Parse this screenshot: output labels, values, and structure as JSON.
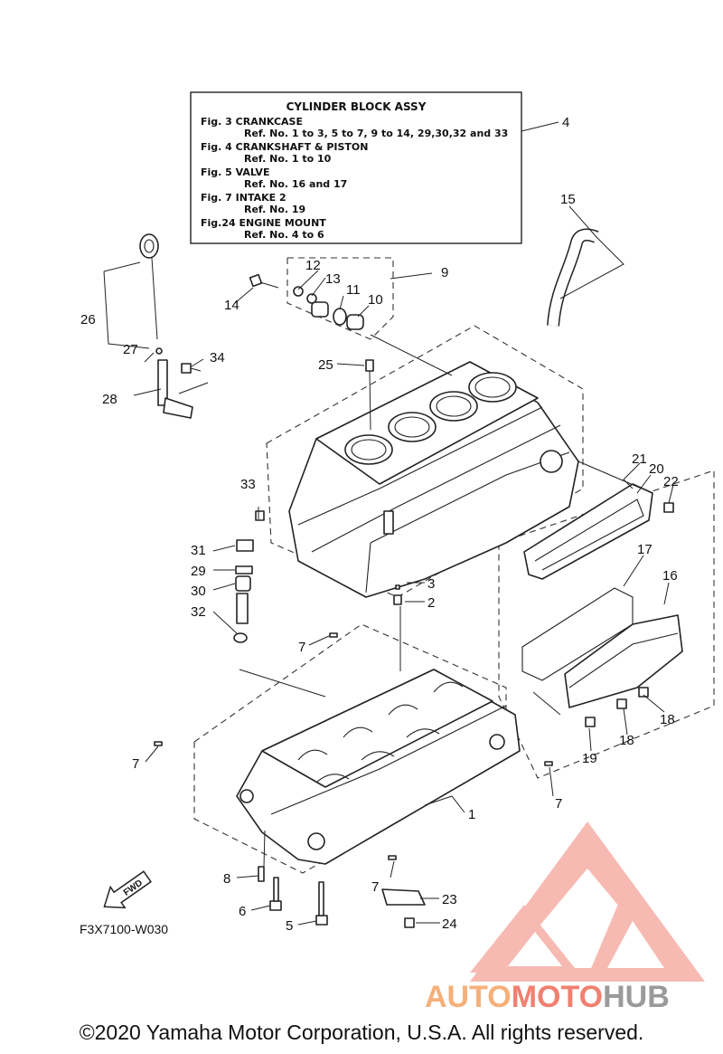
{
  "info_box": {
    "title": "CYLINDER BLOCK ASSY",
    "lines": [
      {
        "fig": "Fig.  3 CRANKCASE",
        "ref": "Ref. No. 1 to 3, 5 to 7, 9 to 14, 29,30,32 and 33"
      },
      {
        "fig": "Fig.  4 CRANKSHAFT & PISTON",
        "ref": "Ref. No. 1 to 10"
      },
      {
        "fig": "Fig.  5 VALVE",
        "ref": "Ref. No. 16 and 17"
      },
      {
        "fig": "Fig.  7 INTAKE 2",
        "ref": "Ref. No. 19"
      },
      {
        "fig": "Fig.24 ENGINE MOUNT",
        "ref": "Ref. No. 4 to 6"
      }
    ]
  },
  "callouts": [
    "1",
    "2",
    "3",
    "4",
    "5",
    "6",
    "7",
    "7",
    "7",
    "7",
    "7",
    "8",
    "9",
    "10",
    "11",
    "12",
    "13",
    "14",
    "15",
    "16",
    "17",
    "18",
    "18",
    "19",
    "20",
    "21",
    "22",
    "23",
    "24",
    "25",
    "26",
    "27",
    "28",
    "29",
    "30",
    "31",
    "32",
    "33",
    "34"
  ],
  "fwd_label": "FWD",
  "diagram_code": "F3X7100-W030",
  "watermark": {
    "part1": "AUTO",
    "part2": "MOTO",
    "part3": "HUB",
    "color_main": "#f08070",
    "color_hub": "#9a9a9a"
  },
  "copyright": "©2020 Yamaha Motor Corporation, U.S.A. All rights reserved."
}
